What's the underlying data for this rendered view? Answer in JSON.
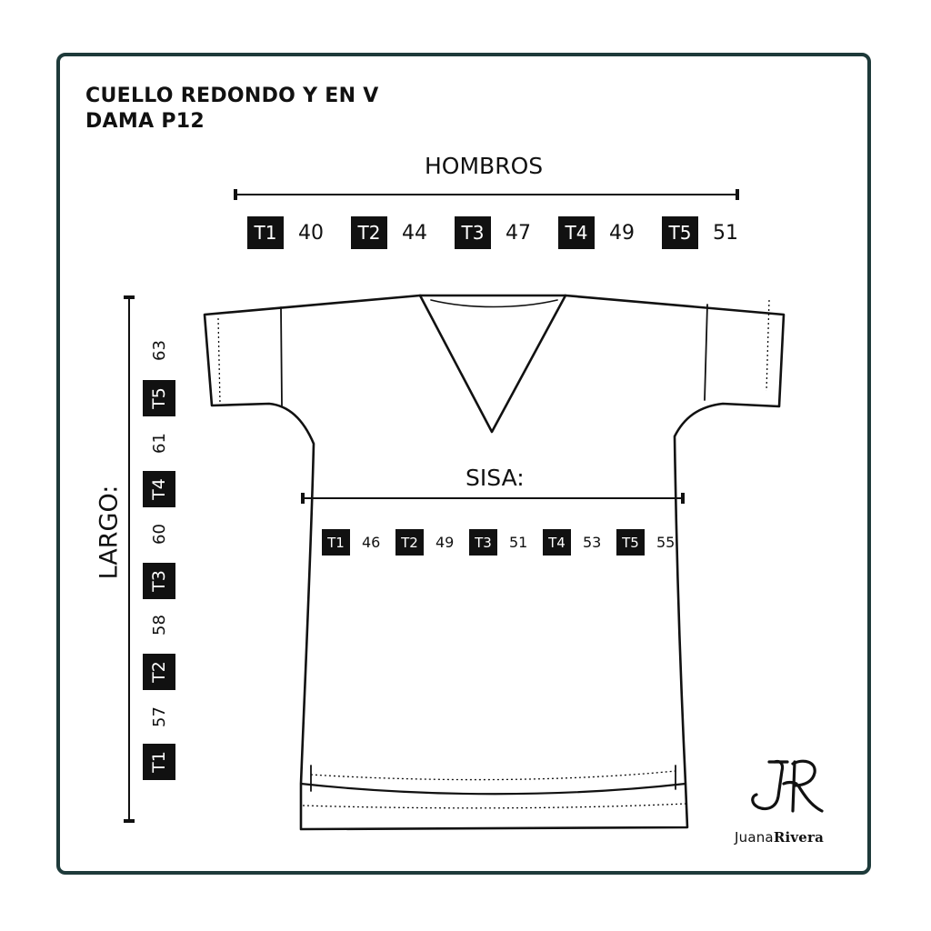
{
  "title": {
    "line1": "CUELLO REDONDO Y EN V",
    "line2": "DAMA P12"
  },
  "hombros": {
    "label": "HOMBROS",
    "sizes": [
      {
        "tag": "T1",
        "value": "40"
      },
      {
        "tag": "T2",
        "value": "44"
      },
      {
        "tag": "T3",
        "value": "47"
      },
      {
        "tag": "T4",
        "value": "49"
      },
      {
        "tag": "T5",
        "value": "51"
      }
    ]
  },
  "sisa": {
    "label": "SISA:",
    "sizes": [
      {
        "tag": "T1",
        "value": "46"
      },
      {
        "tag": "T2",
        "value": "49"
      },
      {
        "tag": "T3",
        "value": "51"
      },
      {
        "tag": "T4",
        "value": "53"
      },
      {
        "tag": "T5",
        "value": "55"
      }
    ]
  },
  "largo": {
    "label": "LARGO:",
    "sizes": [
      {
        "tag": "T1",
        "value": "57"
      },
      {
        "tag": "T2",
        "value": "58"
      },
      {
        "tag": "T3",
        "value": "60"
      },
      {
        "tag": "T4",
        "value": "61"
      },
      {
        "tag": "T5",
        "value": "63"
      }
    ]
  },
  "brand": {
    "monogram": "JR",
    "first_name": "Juana",
    "last_name": "Rivera"
  },
  "colors": {
    "frame": "#1e3a3a",
    "ink": "#111111",
    "tag_text": "#ffffff"
  }
}
